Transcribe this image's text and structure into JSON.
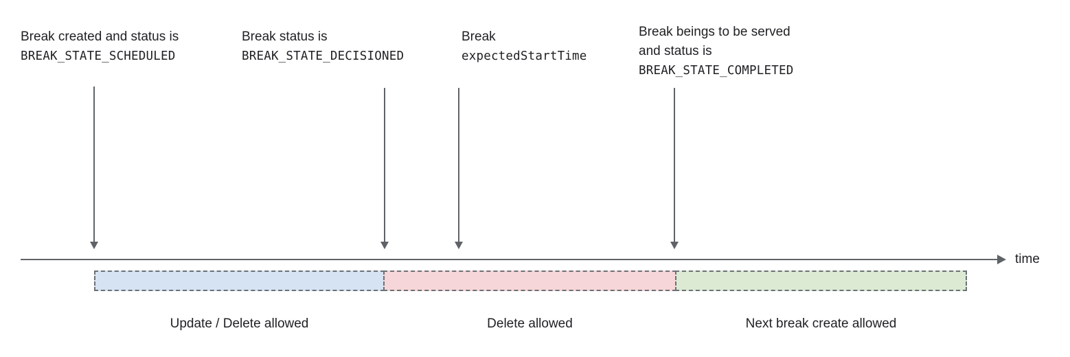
{
  "annotations": [
    {
      "line1": "Break created and status is",
      "code": "BREAK_STATE_SCHEDULED"
    },
    {
      "line1": "Break status is",
      "code": "BREAK_STATE_DECISIONED"
    },
    {
      "line1": "Break",
      "code": "expectedStartTime"
    },
    {
      "line1": "Break beings to be served",
      "line2": "and status is",
      "code": "BREAK_STATE_COMPLETED"
    }
  ],
  "timeline": {
    "axis_label": "time"
  },
  "segments": [
    {
      "label": "Update / Delete allowed",
      "color": "#d6e3f3"
    },
    {
      "label": "Delete allowed",
      "color": "#f6d6d8"
    },
    {
      "label": "Next break create allowed",
      "color": "#dcead4"
    }
  ],
  "colors": {
    "arrow": "#5f6368",
    "segment_border": "#6b7075",
    "text": "#202124"
  }
}
